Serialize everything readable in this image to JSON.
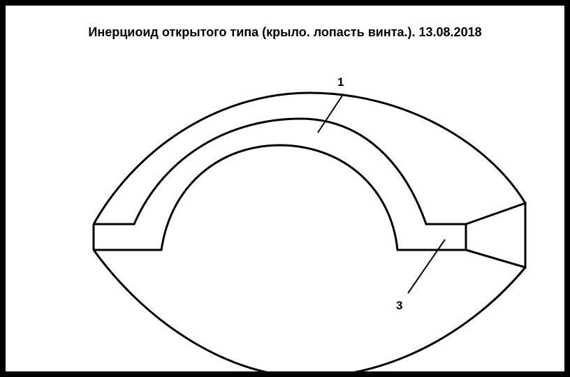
{
  "title": "Инерциоид открытого типа (крыло. лопасть винта.). 13.08.2018",
  "labels": {
    "part1": "1",
    "part3": "3"
  }
}
